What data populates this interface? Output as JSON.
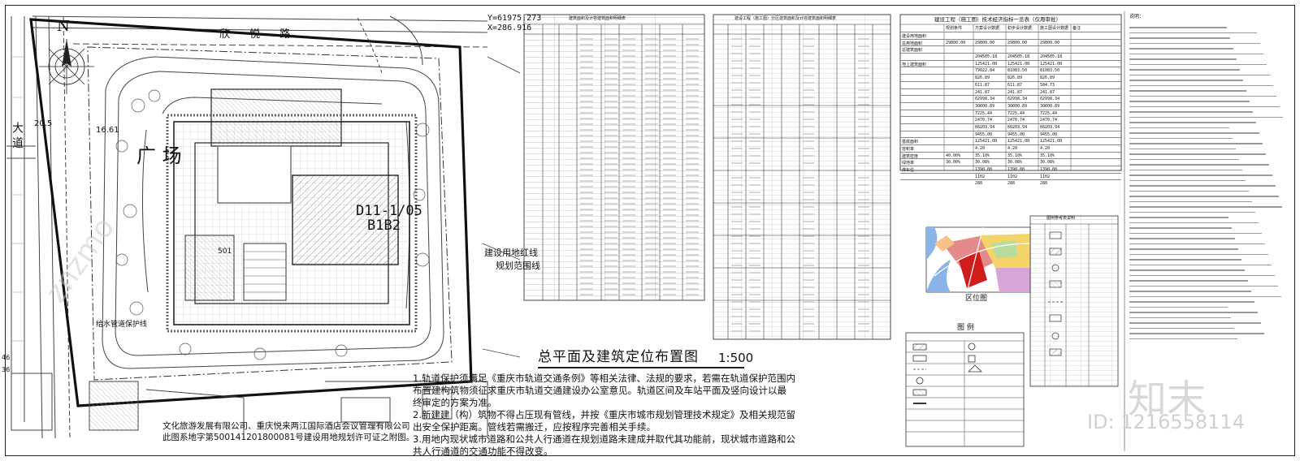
{
  "drawing": {
    "title": "总平面及建筑定位布置图",
    "scale": "1:500",
    "north": "N",
    "coord_y": "Y=61975.273",
    "coord_x": "X=286.916",
    "lot_code": "D11-1/05",
    "lot_sub": "B1B2",
    "plaza_label": "广 场",
    "road_top": "欣 悦 路",
    "road_left": "大 道",
    "road_right_callouts": [
      "建设用地红线",
      "规划范围线"
    ],
    "left_callout": "给水管道保护线",
    "level_label": "501",
    "dim_left": "20.5",
    "dim_left2": "16.61",
    "edge_marks": [
      "46",
      "36"
    ]
  },
  "notes_main": [
    "1.轨道保护须满足《重庆市轨道交通条例》等相关法律、法规的要求，若需在轨道保护范围内",
    "布置建构筑物须征求重庆市轨道交通建设办公室意见。轨道区间及车站平面及竖向设计以最",
    "终审定的方案为准。",
    "2.新建建（构）筑物不得占压现有管线，并按《重庆市城市规划管理技术规定》及相关规范留",
    "出安全保护距离。管线若需搬迁，应按程序完善相关手续。",
    "3.用地内现状城市道路和公共人行通道在规划道路未建成并取代其功能前，现状城市道路和公",
    "共人行通道的交通功能不得改变。"
  ],
  "notes_corner": [
    "文化旅游发展有限公司、重庆悦来两江国际酒店会议管理有限公司",
    "此图系地字第500141201800081号建设用地规划许可证之附图。"
  ],
  "table1": {
    "title": "建筑面积及计容建筑面积明细表"
  },
  "table2": {
    "title": "建设工程（施工图）分区建筑面积及计容建筑面积明细表"
  },
  "table3": {
    "title": "建设工程（施工图）技术经济指标一览表（仅用审批）",
    "headers": [
      "",
      "规划条件",
      "方案设计数据",
      "初步设计数据",
      "施工图设计数据",
      "备注"
    ],
    "rows": [
      [
        "建设用地面积",
        "",
        "",
        "",
        "",
        ""
      ],
      [
        "总用地面积",
        "29800.00",
        "29800.00",
        "29800.00",
        "29800.00",
        ""
      ],
      [
        "总建筑面积",
        "",
        "",
        "",
        "",
        ""
      ],
      [
        "",
        "",
        "204505.18",
        "204505.18",
        "204505.18",
        ""
      ],
      [
        "地上建筑面积",
        "",
        "125421.00",
        "125421.00",
        "125421.00",
        ""
      ],
      [
        "",
        "",
        "79022.84",
        "81083.50",
        "81083.50",
        ""
      ],
      [
        "",
        "",
        "826.89",
        "826.89",
        "826.89",
        ""
      ],
      [
        "",
        "",
        "611.87",
        "611.87",
        "584.73",
        ""
      ],
      [
        "",
        "",
        "241.87",
        "241.87",
        "241.87",
        ""
      ],
      [
        "",
        "",
        "62998.34",
        "62998.34",
        "62998.34",
        ""
      ],
      [
        "",
        "",
        "30000.89",
        "30000.89",
        "30000.89",
        ""
      ],
      [
        "",
        "",
        "7225.44",
        "7225.44",
        "7225.44",
        ""
      ],
      [
        "",
        "",
        "2470.74",
        "2470.74",
        "2470.74",
        ""
      ],
      [
        "",
        "",
        "66203.94",
        "66203.94",
        "66203.94",
        ""
      ],
      [
        "",
        "",
        "9455.00",
        "9455.00",
        "9455.00",
        ""
      ],
      [
        "基底面积",
        "",
        "125421.00",
        "125421.00",
        "125421.00",
        ""
      ],
      [
        "容积率",
        "",
        "4.20",
        "4.20",
        "4.20",
        ""
      ],
      [
        "建筑密度",
        "40.00%",
        "35.10%",
        "35.10%",
        "35.10%",
        ""
      ],
      [
        "绿地率",
        "30.00%",
        "30.08%",
        "30.08%",
        "30.08%",
        ""
      ],
      [
        "停车位",
        "",
        "1390.00",
        "1390.00",
        "1390.00",
        ""
      ],
      [
        "",
        "",
        "1102",
        "1102",
        "1102",
        ""
      ],
      [
        "",
        "",
        "288",
        "288",
        "288",
        ""
      ]
    ]
  },
  "location_map": {
    "title": "区位图"
  },
  "legend": {
    "title": "图 例"
  },
  "legend_table": {
    "title": "图例参考表说明"
  },
  "right_notes_title": "说明：",
  "watermark": {
    "brand": "知末",
    "id": "ID: 1216558114",
    "faint": "znzmo"
  }
}
